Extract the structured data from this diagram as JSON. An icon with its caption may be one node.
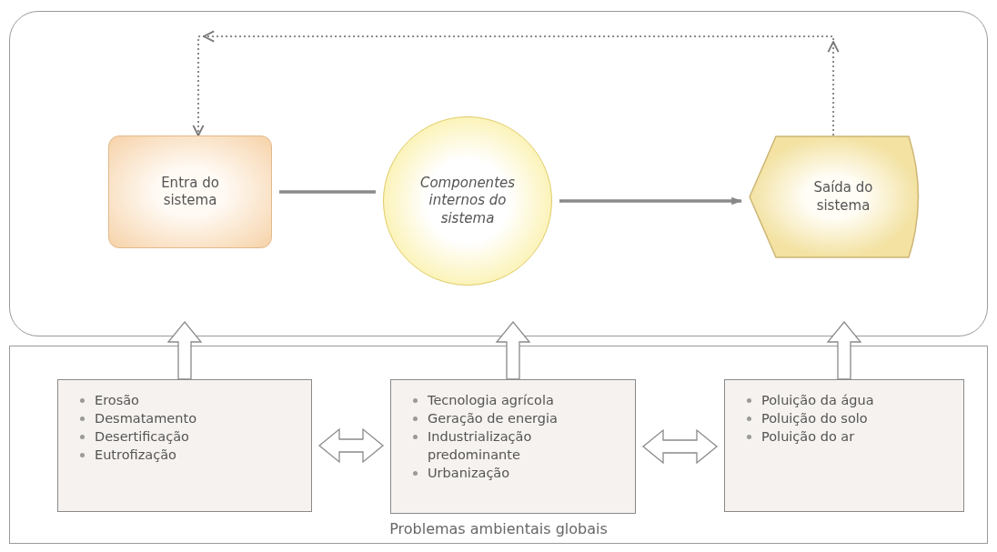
{
  "diagram": {
    "nodes": [
      {
        "text": [],
        "shape": "box"
      },
      {
        "text": [
          "Entra do sistema"
        ],
        "in": 0
      },
      {
        "text": [
          "Componentes internos do sistema"
        ],
        "in": 0
      },
      {
        "text": [
          "Saída do sistema"
        ],
        "in": 0
      },
      {
        "text": [
          "Problemas ambientais globais"
        ]
      },
      {
        "text": [
          "Erosão",
          "Desmatamento",
          "Desertificação",
          "Eutrofização"
        ],
        "in": 4
      },
      {
        "text": [
          "Tecnologia agrícola",
          "Geração de energia",
          "Industrialização predominante",
          "Urbanização"
        ],
        "in": 4
      },
      {
        "text": [
          "Poluição da água",
          "Poluição do solo",
          "Poluição do ar"
        ],
        "in": 4
      }
    ],
    "edges": [
      {
        "from": 3,
        "to": 1,
        "arrow": "to",
        "style": "dashed"
      },
      {
        "from": 1,
        "to": 2,
        "arrow": "none"
      },
      {
        "from": 2,
        "to": 3,
        "arrow": "to"
      },
      {
        "from": 5,
        "to": 0,
        "arrow": "to",
        "style": "thick"
      },
      {
        "from": 6,
        "to": 0,
        "arrow": "to",
        "style": "thick"
      },
      {
        "from": 7,
        "to": 0,
        "arrow": "to",
        "style": "thick"
      },
      {
        "from": 5,
        "to": 6,
        "arrow": "both",
        "style": "thick"
      },
      {
        "from": 6,
        "to": 7,
        "arrow": "both",
        "style": "thick"
      }
    ]
  }
}
